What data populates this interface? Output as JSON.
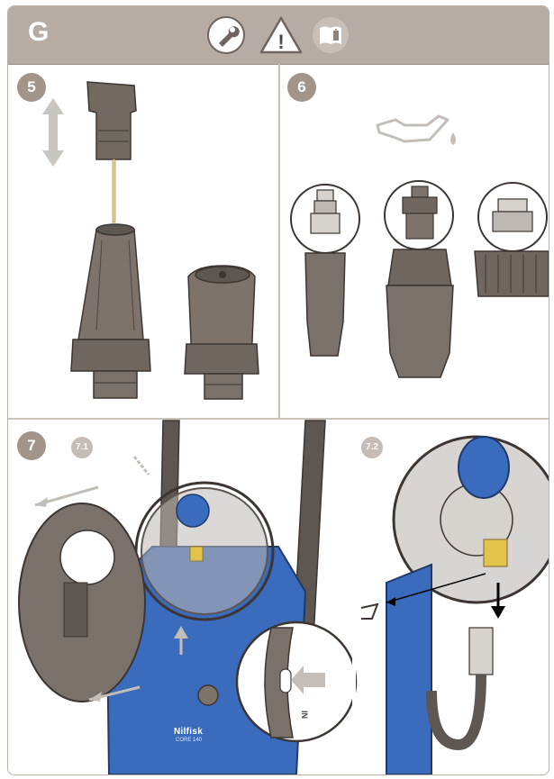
{
  "header": {
    "section_letter": "G",
    "icons": [
      "wrench-icon",
      "warning-icon",
      "manual-book-icon"
    ],
    "warning_glyph": "!"
  },
  "steps": [
    {
      "number": "5"
    },
    {
      "number": "6"
    },
    {
      "number": "7",
      "substeps": [
        "7.1",
        "7.2"
      ]
    }
  ],
  "labels": {
    "in_marking": "IN",
    "brand_name": "Nilfisk",
    "brand_sub": "CORE 140"
  },
  "colors": {
    "header_bg": "#b7aca3",
    "badge_bg": "#a3948a",
    "part_grey": "#7d736b",
    "machine_blue": "#3a6bbd",
    "accent_yellow": "#e2c44a"
  }
}
